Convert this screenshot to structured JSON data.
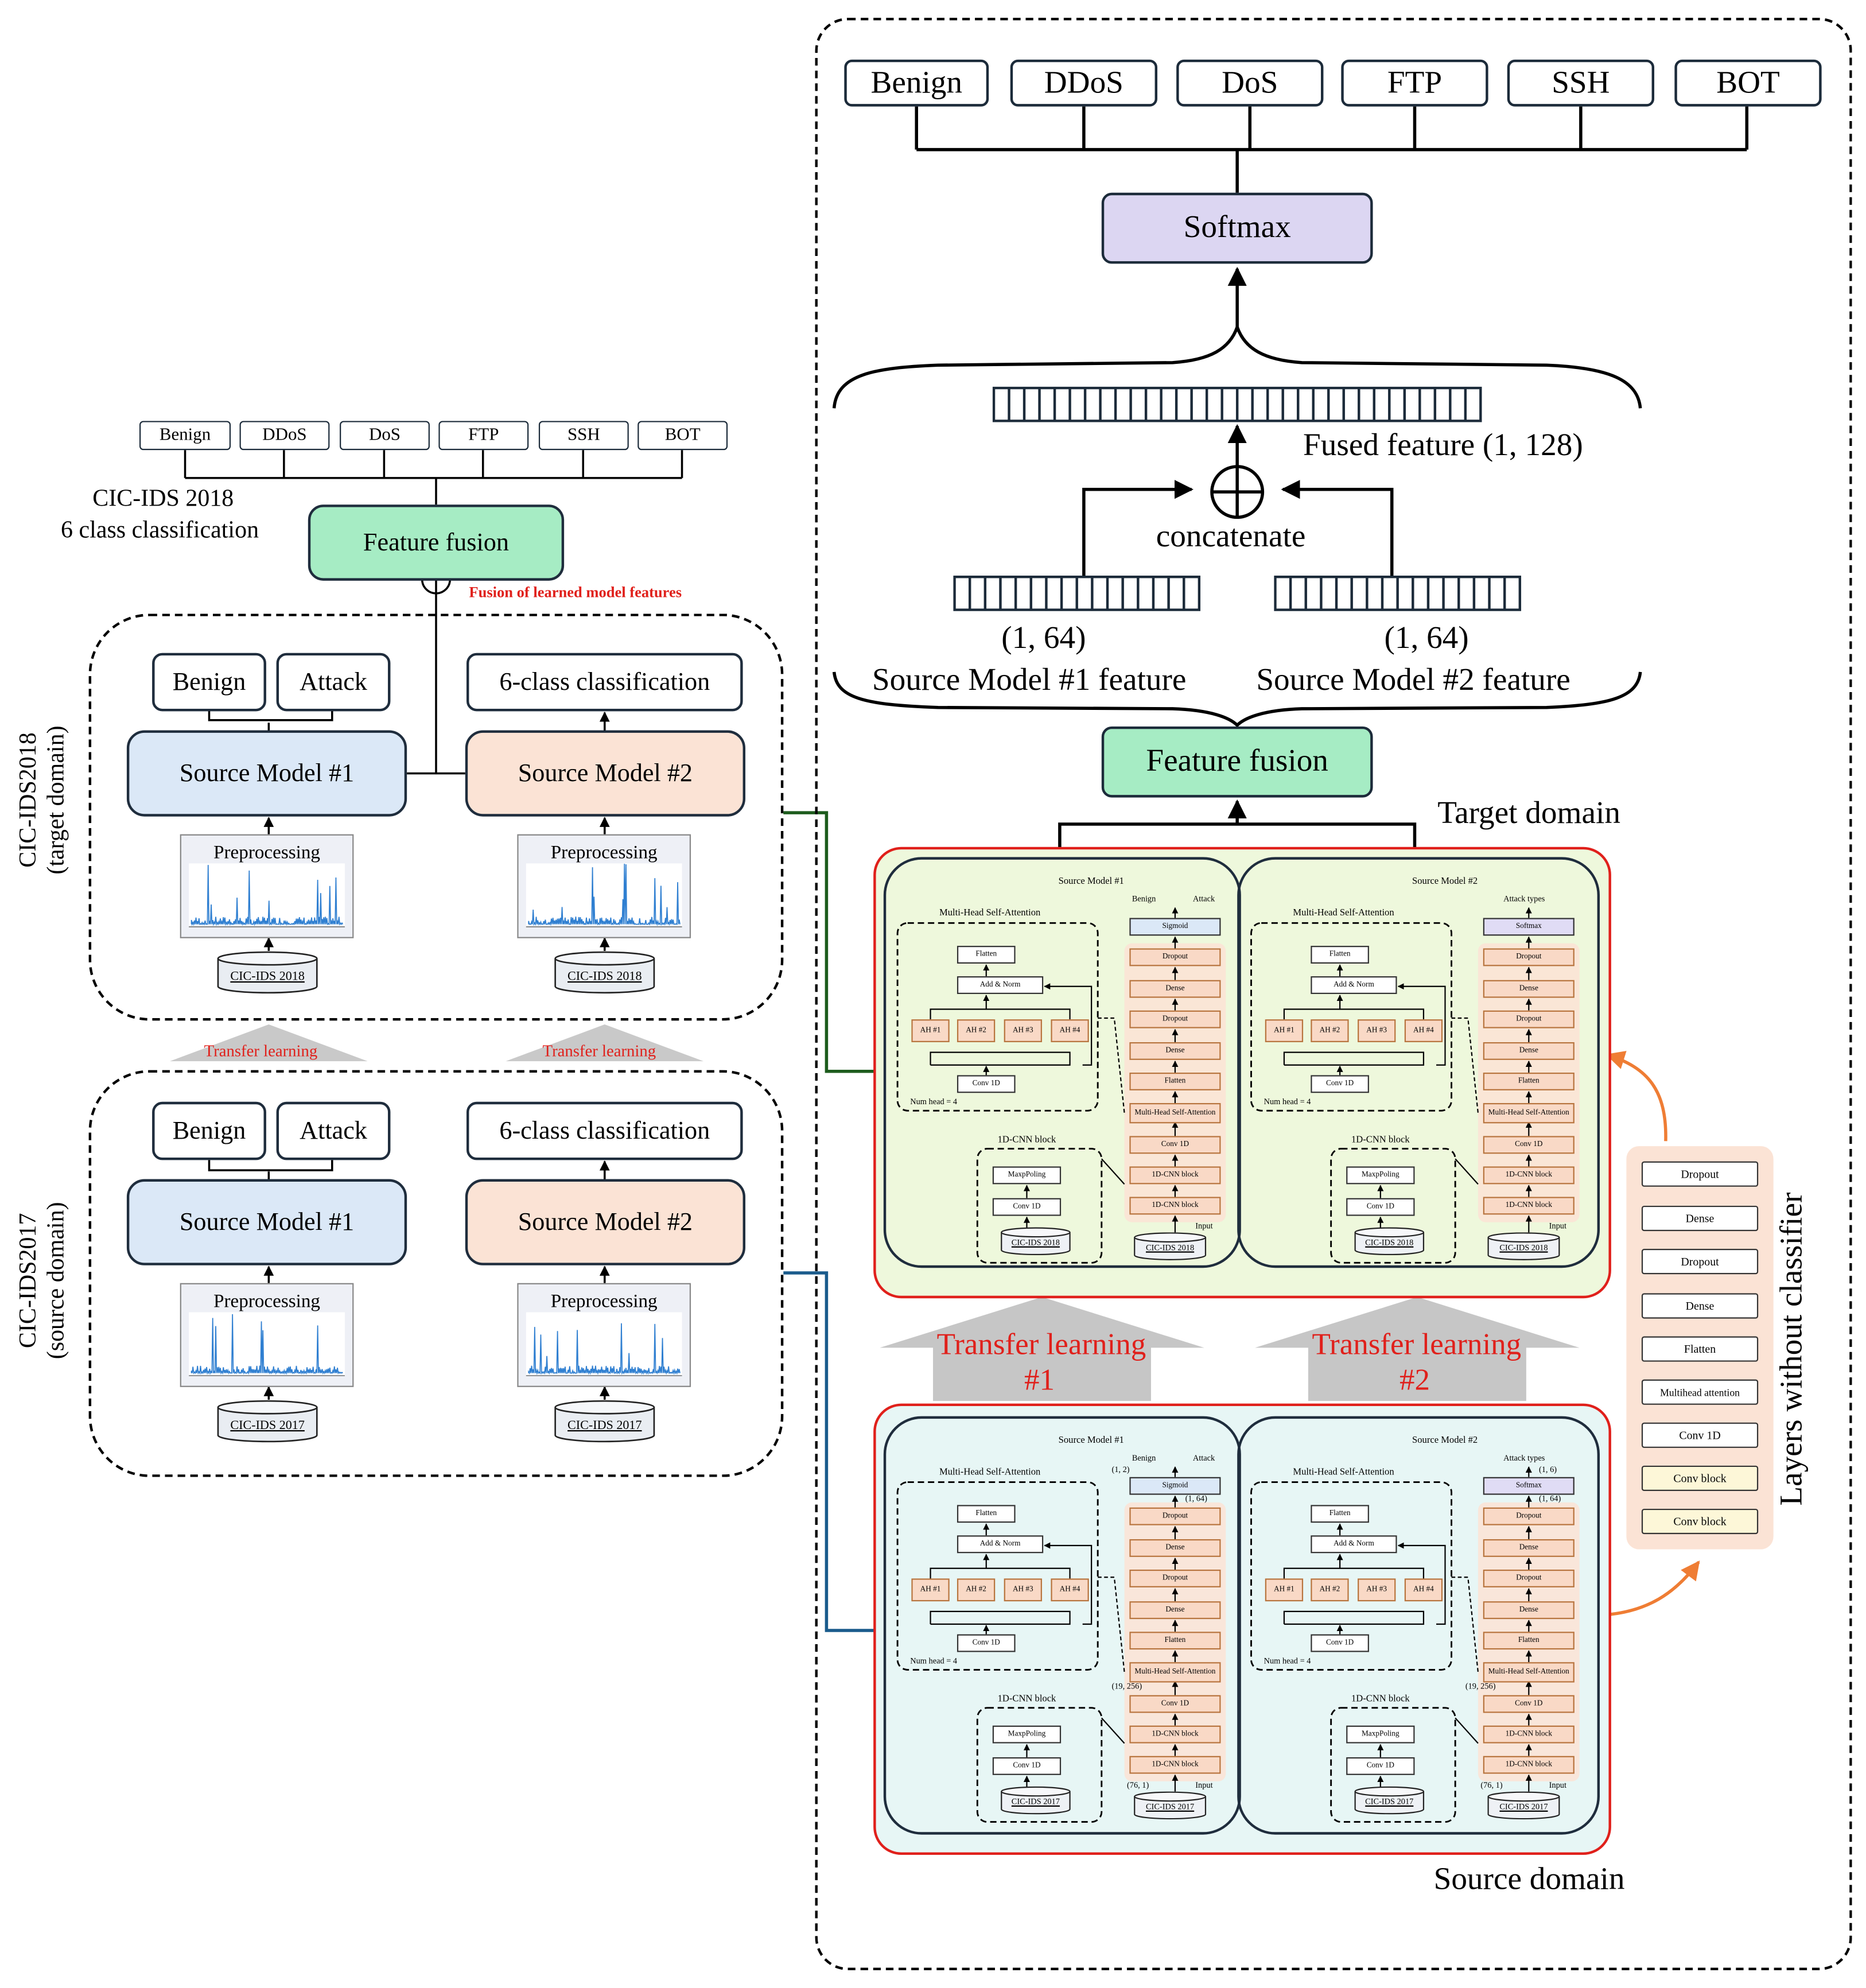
{
  "left": {
    "classes": [
      "Benign",
      "DDoS",
      "DoS",
      "FTP",
      "SSH",
      "BOT"
    ],
    "dataset_label_line1": "CIC-IDS 2018",
    "dataset_label_line2": "6 class classification",
    "feature_fusion": "Feature fusion",
    "fusion_note": "Fusion of learned model features",
    "target": {
      "side_label_line1": "CIC-IDS2018",
      "side_label_line2": "(target domain)",
      "benign": "Benign",
      "attack": "Attack",
      "six_class": "6-class classification",
      "model1": "Source Model #1",
      "model2": "Source Model #2",
      "preprocessing": "Preprocessing",
      "db": "CIC-IDS 2018"
    },
    "transfer_label": "Transfer learning",
    "source": {
      "side_label_line1": "CIC-IDS2017",
      "side_label_line2": "(source domain)",
      "benign": "Benign",
      "attack": "Attack",
      "six_class": "6-class classification",
      "model1": "Source Model #1",
      "model2": "Source Model #2",
      "preprocessing": "Preprocessing",
      "db": "CIC-IDS 2017"
    }
  },
  "right": {
    "classes": [
      "Benign",
      "DDoS",
      "DoS",
      "FTP",
      "SSH",
      "BOT"
    ],
    "softmax": "Softmax",
    "fused_feature": "Fused feature (1, 128)",
    "concatenate": "concatenate",
    "src1_shape": "(1, 64)",
    "src2_shape": "(1, 64)",
    "src1_feature": "Source Model #1 feature",
    "src2_feature": "Source Model #2 feature",
    "feature_fusion": "Feature fusion",
    "target_domain": "Target domain",
    "source_domain": "Source domain",
    "transfer1_line1": "Transfer learning",
    "transfer1_line2": "#1",
    "transfer2_line1": "Transfer learning",
    "transfer2_line2": "#2",
    "layers_title": "Layers without classifier",
    "layers": [
      "Dropout",
      "Dense",
      "Dropout",
      "Dense",
      "Flatten",
      "Multihead attention",
      "Conv 1D",
      "Conv block",
      "Conv block"
    ]
  },
  "detail": {
    "model1_title": "Source Model #1",
    "model2_title": "Source Model #2",
    "mhsa_title": "Multi-Head Self-Attention",
    "flatten": "Flatten",
    "add_norm": "Add & Norm",
    "heads": [
      "AH #1",
      "AH #2",
      "AH #3",
      "AH #4"
    ],
    "conv1d": "Conv 1D",
    "num_head": "Num head = 4",
    "cnn_title": "1D-CNN block",
    "maxpool": "MaxpPoling",
    "stack1": [
      "Dropout",
      "Dense",
      "Dropout",
      "Dense",
      "Flatten",
      "Multi-Head Self-Attention",
      "Conv 1D",
      "1D-CNN block",
      "1D-CNN block"
    ],
    "benign": "Benign",
    "attack": "Attack",
    "attack_types": "Attack types",
    "sigmoid": "Sigmoid",
    "softmax": "Softmax",
    "input": "Input",
    "db_target": "CIC-IDS 2018",
    "db_source": "CIC-IDS 2017",
    "shape_out_bin": "(1, 2)",
    "shape_out_multi": "(1, 6)",
    "shape_dense": "(1, 64)",
    "shape_attn": "(19, 256)",
    "shape_input": "(76, 1)"
  },
  "colors": {
    "model1_fill": "#dbe8f7",
    "model2_fill": "#fbe3d5",
    "fusion_fill": "#a6ecc4",
    "softmax_fill": "#dcd6f2",
    "target_panel": "#eef8dc",
    "source_panel": "#e7f6f5",
    "domain_border": "#e0201b",
    "highlight_red": "#e0201b",
    "green_link": "#1d5c1d",
    "blue_link": "#1a5b8c",
    "orange_arrow": "#ef7d34"
  }
}
